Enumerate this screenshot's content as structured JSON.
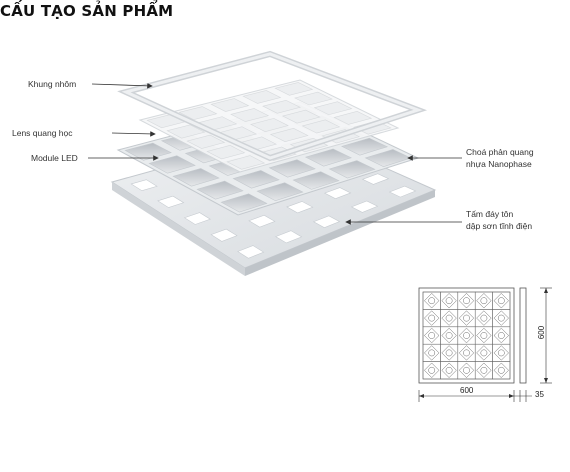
{
  "title": "CẤU TẠO SẢN PHẨM",
  "labels": {
    "frame": "Khung nhôm",
    "lens": "Lens quang học",
    "module": "Module LED",
    "reflector_line1": "Choá phản quang",
    "reflector_line2": "nhựa Nanophase",
    "base_line1": "Tấm đáy tôn",
    "base_line2": "dập sơn tĩnh điện"
  },
  "dimensions": {
    "width": "600",
    "height": "600",
    "depth": "35"
  },
  "colors": {
    "panel_face": "#f4f5f6",
    "panel_edge": "#c9cdd1",
    "shadow": "#b9bec4",
    "arrow": "#333333"
  }
}
